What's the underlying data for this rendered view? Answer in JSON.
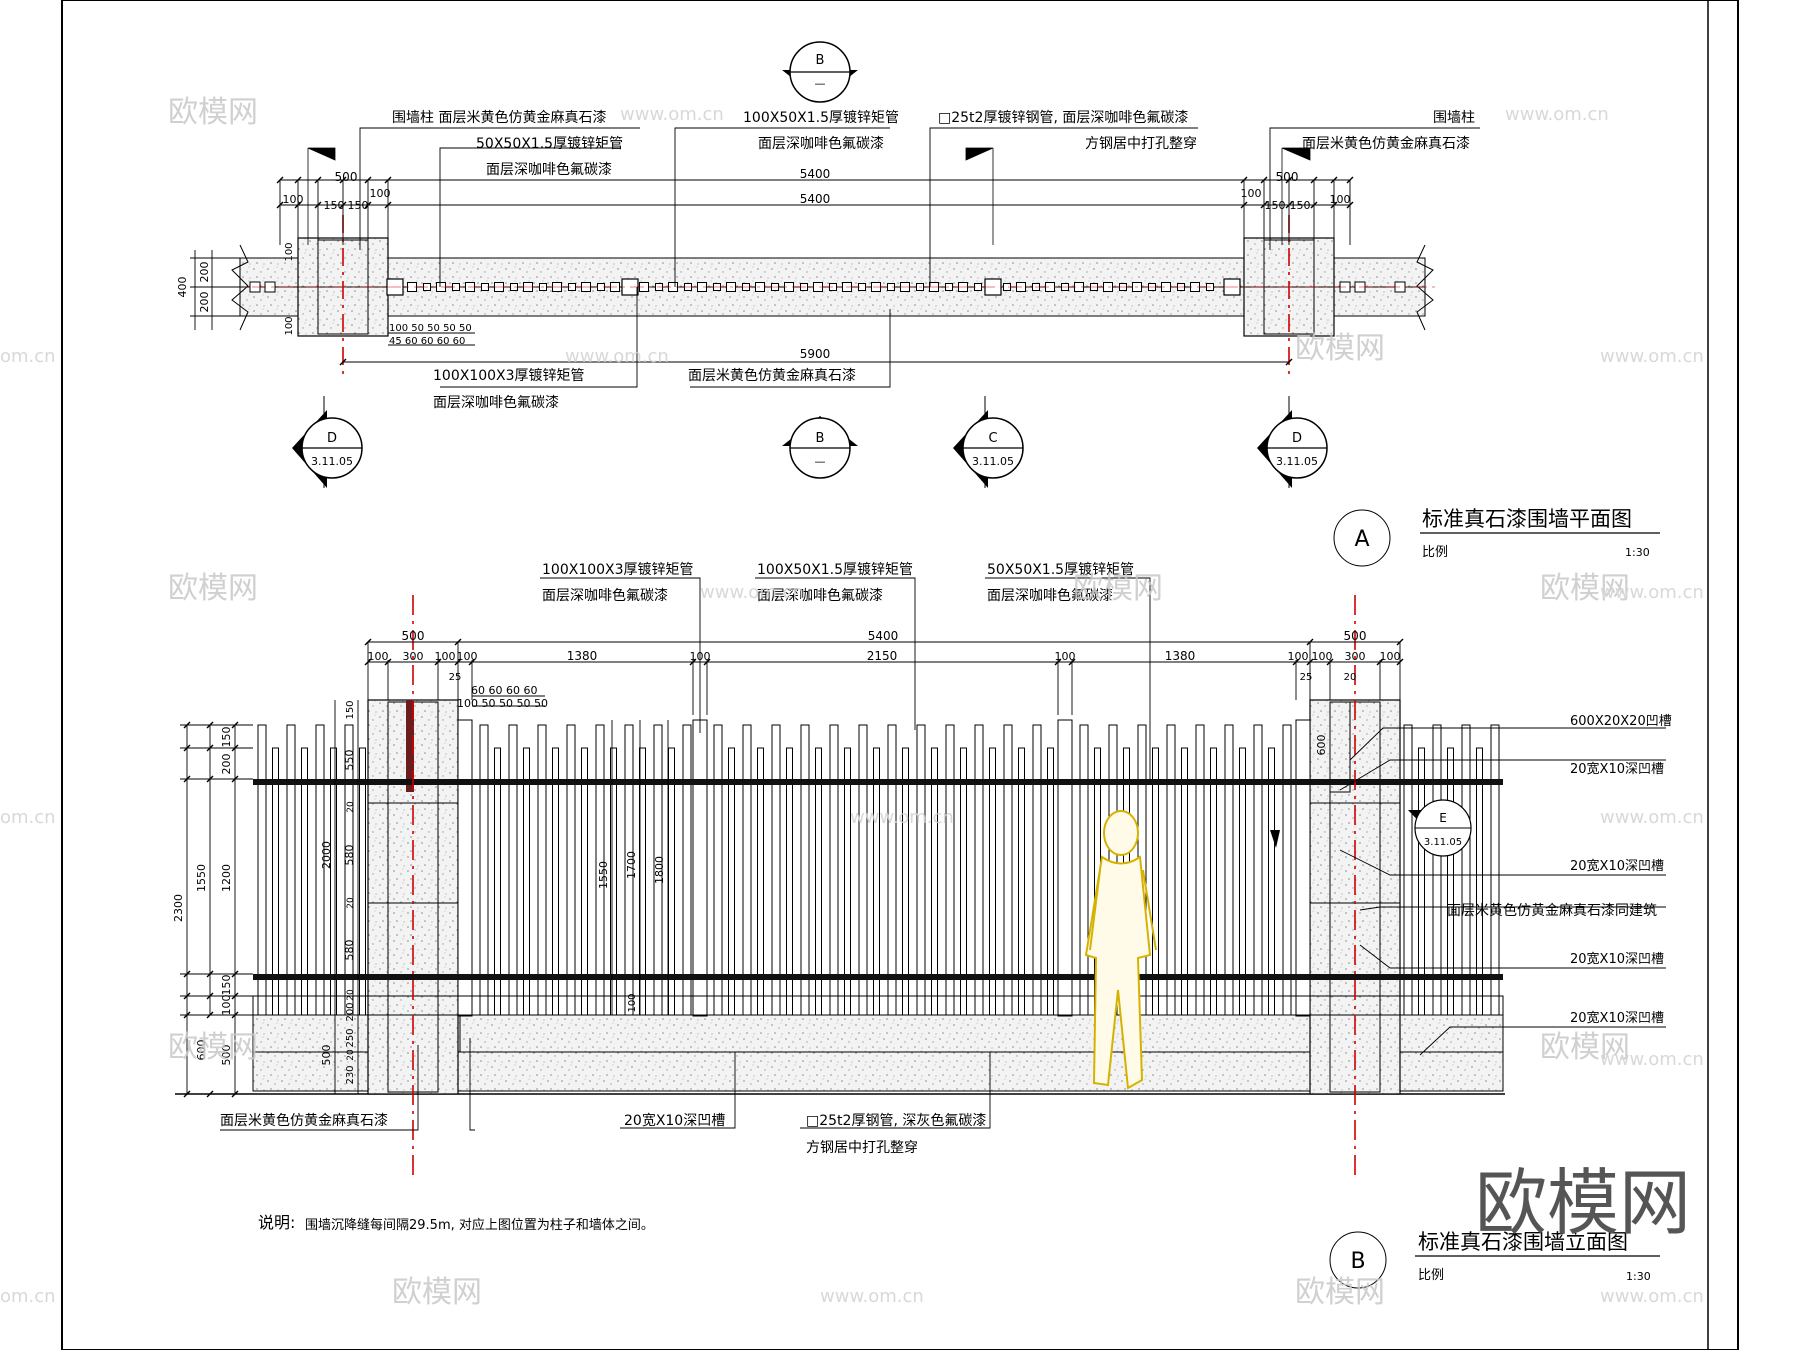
{
  "plan": {
    "callouts": {
      "pillar_left_1": "围墙柱  面层米黄色仿黄金麻真石漆",
      "tube50_1": "50X50X1.5厚镀锌矩管",
      "tube50_2": "面层深咖啡色氟碳漆",
      "tube100x50_1": "100X50X1.5厚镀锌矩管",
      "tube100x50_2": "面层深咖啡色氟碳漆",
      "pipe25_1": "□25t2厚镀锌钢管, 面层深咖啡色氟碳漆",
      "pipe25_2": "方钢居中打孔整穿",
      "pillar_right_1": "围墙柱",
      "pillar_right_2": "面层米黄色仿黄金麻真石漆",
      "tube100_1": "100X100X3厚镀锌矩管",
      "tube100_2": "面层深咖啡色氟碳漆",
      "wall_1": "面层米黄色仿黄金麻真石漆"
    },
    "dims": {
      "d500l": "500",
      "d500r": "500",
      "d5400a": "5400",
      "d5400b": "5400",
      "d5900": "5900",
      "d100a": "100",
      "d150a": "150",
      "d150b": "150",
      "d100b": "100",
      "d100c": "100",
      "d150c": "150",
      "d150d": "150",
      "d100d": "100",
      "v400": "400",
      "v200a": "200",
      "v200b": "200",
      "v100a": "100",
      "v100b": "100",
      "fine1": "100 50 50 50 50",
      "fine2": "45  60 60 60 60"
    },
    "markers": [
      {
        "letter": "B",
        "sub": "—"
      },
      {
        "letter": "D",
        "sub": "3.11.05"
      },
      {
        "letter": "B",
        "sub": "—"
      },
      {
        "letter": "C",
        "sub": "3.11.05"
      },
      {
        "letter": "D",
        "sub": "3.11.05"
      }
    ],
    "title": {
      "letter": "A",
      "name": "标准真石漆围墙平面图",
      "scale_label": "比例",
      "scale": "1:30"
    }
  },
  "elevation": {
    "callouts": {
      "t100_1": "100X100X3厚镀锌矩管",
      "t100_2": "面层深咖啡色氟碳漆",
      "t100x50_1": "100X50X1.5厚镀锌矩管",
      "t100x50_2": "面层深咖啡色氟碳漆",
      "t50_1": "50X50X1.5厚镀锌矩管",
      "t50_2": "面层深咖啡色氟碳漆",
      "groove600": "600X20X20凹槽",
      "groove1": "20宽X10深凹槽",
      "groove2": "20宽X10深凹槽",
      "same": "面层米黄色仿黄金麻真石漆同建筑",
      "groove3": "20宽X10深凹槽",
      "groove4": "20宽X10深凹槽",
      "bottom_left": "面层米黄色仿黄金麻真石漆",
      "bottom_groove": "20宽X10深凹槽",
      "bottom_pipe_1": "□25t2厚钢管, 深灰色氟碳漆",
      "bottom_pipe_2": "方钢居中打孔整穿"
    },
    "dims": {
      "top500l": "500",
      "top5400": "5400",
      "top500r": "500",
      "r100a": "100",
      "r300a": "300",
      "r100b": "100",
      "r100c": "100",
      "r1380a": "1380",
      "r100d": "100",
      "r2150": "2150",
      "r100e": "100",
      "r1380b": "1380",
      "r100f": "100",
      "r300b": "300",
      "r100g": "100",
      "r100h": "100",
      "s25a": "25",
      "s25b": "25",
      "s20": "20",
      "fineA": "60 60 60 60",
      "fineB": "100 50 50 50 50",
      "h2300": "2300",
      "h1550": "1550",
      "h600": "600",
      "h150a": "150",
      "h200": "200",
      "h1200": "1200",
      "h150b": "150",
      "h100": "100",
      "h500": "500",
      "p2000": "2000",
      "p580a": "580",
      "p580b": "580",
      "p550": "550",
      "p150": "150",
      "p20a": "20",
      "p20b": "20",
      "p20c": "20",
      "b500": "500",
      "b230": "230",
      "b20": "20",
      "b250": "250",
      "b200": "200",
      "c1550": "1550",
      "c1700": "1700",
      "c1800": "1800",
      "c600": "600",
      "c100": "100"
    },
    "marker_e": {
      "letter": "E",
      "sub": "3.11.05"
    },
    "title": {
      "letter": "B",
      "name": "标准真石漆围墙立面图",
      "scale_label": "比例",
      "scale": "1:30"
    }
  },
  "note": {
    "label": "说明:",
    "text": "围墙沉降缝每间隔29.5m, 对应上图位置为柱子和墙体之间。"
  },
  "watermark": {
    "brand": "欧模网",
    "url": "www.om.cn",
    "url2": "om.cn"
  }
}
